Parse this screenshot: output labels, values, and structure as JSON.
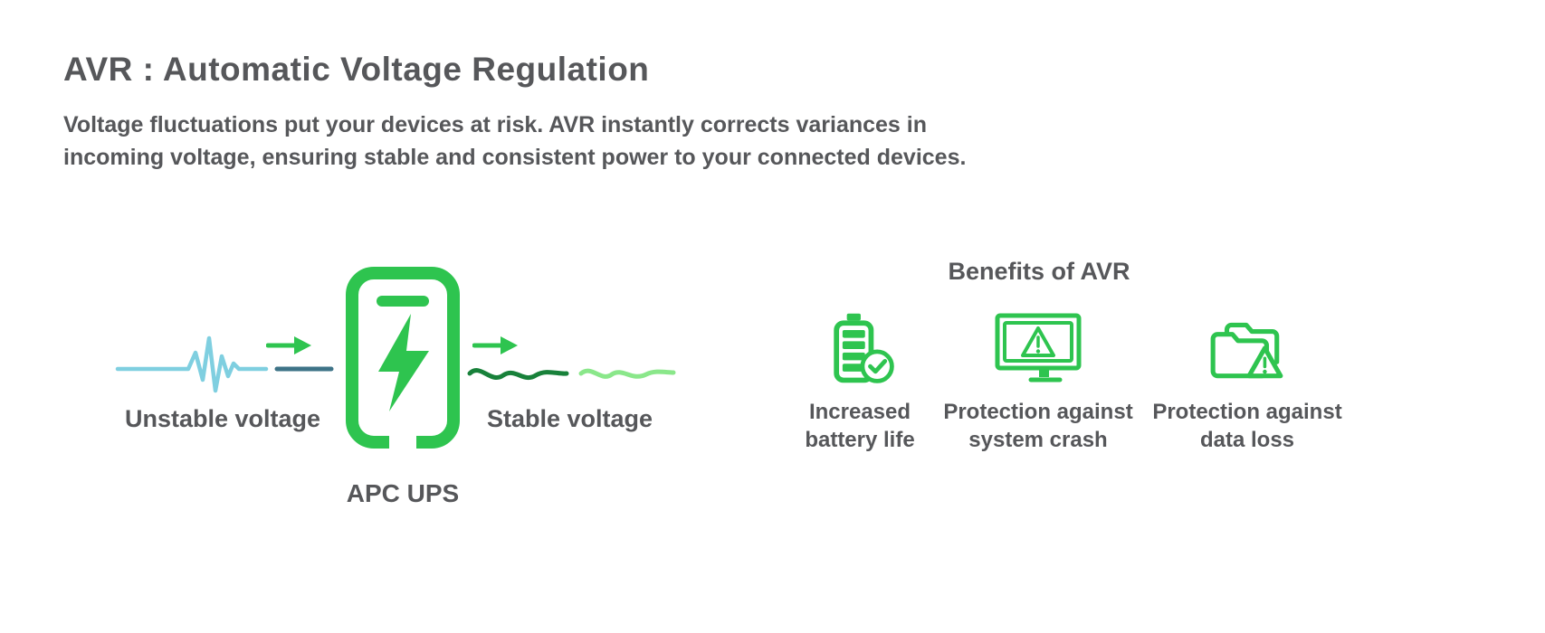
{
  "header": {
    "title": "AVR : Automatic Voltage Regulation",
    "description_line1": "Voltage fluctuations put your devices at risk. AVR instantly corrects variances in",
    "description_line2": "incoming voltage, ensuring stable and consistent power to your connected devices."
  },
  "diagram": {
    "unstable_label": "Unstable voltage",
    "stable_label": "Stable voltage",
    "device_label": "APC UPS"
  },
  "benefits": {
    "heading": "Benefits of AVR",
    "items": [
      {
        "icon": "battery-check-icon",
        "line1": "Increased",
        "line2": "battery life"
      },
      {
        "icon": "monitor-warning-icon",
        "line1": "Protection against",
        "line2": "system crash"
      },
      {
        "icon": "folder-warning-icon",
        "line1": "Protection against",
        "line2": "data loss"
      }
    ]
  },
  "colors": {
    "brand_green": "#2ec44f",
    "dark_green_wave": "#18813a",
    "light_green_wave": "#8ae78a",
    "light_blue_wave": "#7fcfe0",
    "steel_blue_wave": "#3e7387",
    "text_gray": "#56575a"
  }
}
